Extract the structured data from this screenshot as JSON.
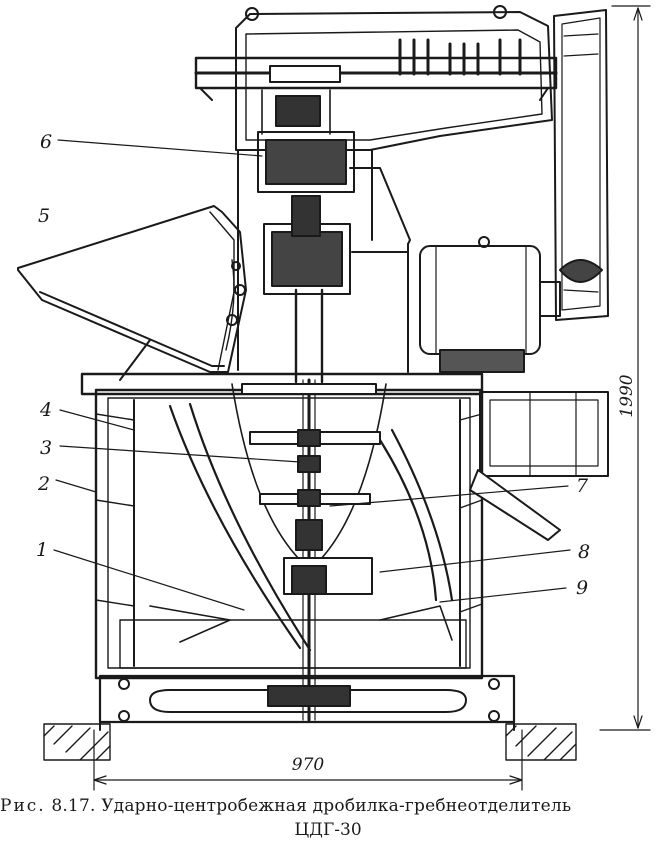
{
  "figure": {
    "part_labels": [
      "1",
      "2",
      "3",
      "4",
      "5",
      "6",
      "7",
      "8",
      "9"
    ],
    "dimensions": {
      "height": "1990",
      "width": "970"
    }
  },
  "caption": {
    "prefix": "Рис.",
    "number": "8.17.",
    "title": "Ударно-центробежная дробилка-гребнеотделитель",
    "model": "ЦДГ-30"
  }
}
